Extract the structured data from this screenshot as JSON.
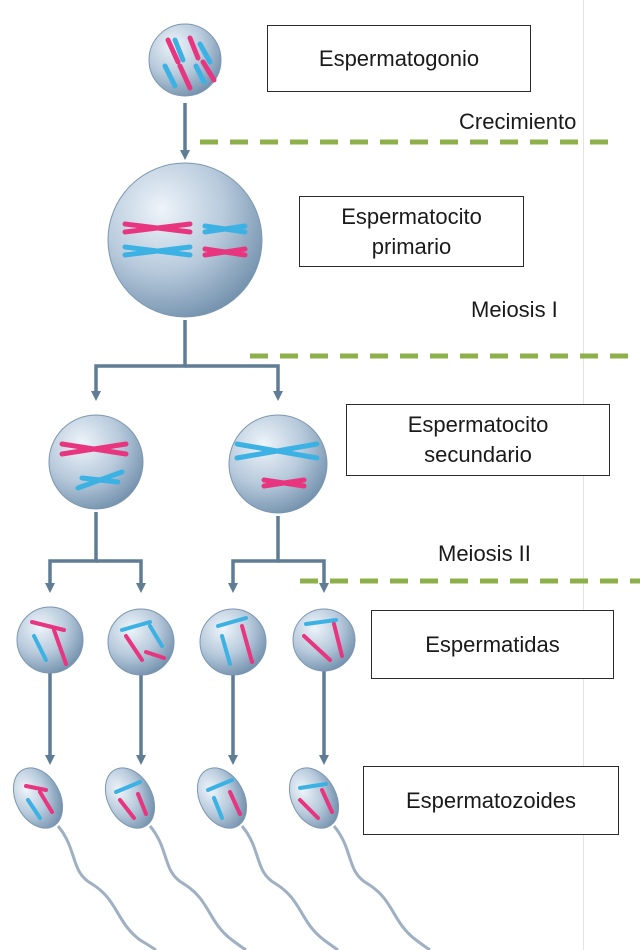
{
  "stages": {
    "spermatogonium": {
      "label": "Espermatogonio"
    },
    "primary_spermatocyte": {
      "line1": "Espermatocito",
      "line2": "primario"
    },
    "secondary_spermatocyte": {
      "line1": "Espermatocito",
      "line2": "secundario"
    },
    "spermatids": {
      "label": "Espermatidas"
    },
    "spermatozoa": {
      "label": "Espermatozoides"
    }
  },
  "phases": {
    "growth": "Crecimiento",
    "meiosis_1": "Meiosis I",
    "meiosis_2": "Meiosis II"
  },
  "colors": {
    "cell_fill": "#a9bfd4",
    "cell_highlight": "#eef4fa",
    "cell_shadow": "#7391ad",
    "chromosome_pink": "#e8357f",
    "chromosome_blue": "#3cb1e3",
    "arrow": "#5f7d95",
    "phase_divider": "#8eb04a"
  }
}
